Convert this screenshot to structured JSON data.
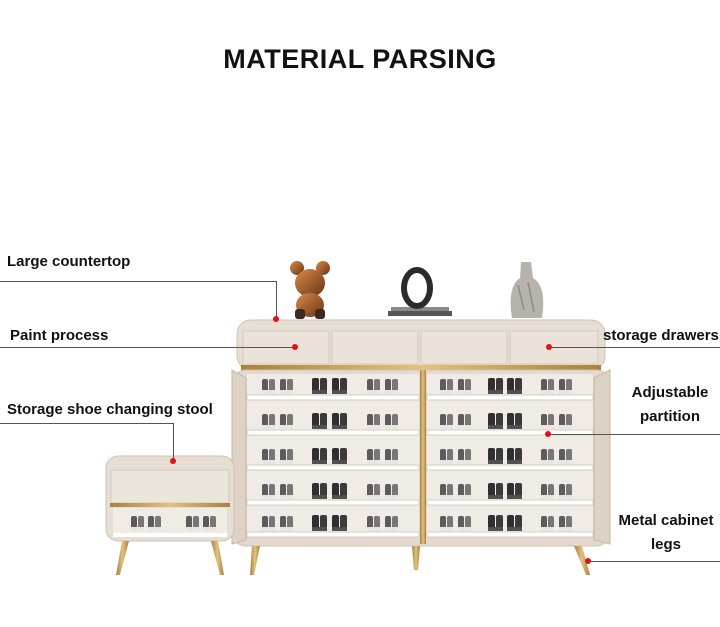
{
  "title": "MATERIAL PARSING",
  "callouts": {
    "large_countertop": "Large countertop",
    "paint_process": "Paint process",
    "storage_stool": "Storage shoe changing stool",
    "storage_drawers": "storage drawers",
    "adjustable_partition": "Adjustable partition",
    "metal_legs": "Metal cabinet legs"
  },
  "colors": {
    "cabinet_body": "#e6ddd3",
    "cabinet_edge": "#d3c7b9",
    "gold_trim": "#c9a45c",
    "marker": "#e01212",
    "label_text": "#111111"
  },
  "decor": [
    "bear-figurine-icon",
    "ring-sculpture-icon",
    "vase-icon"
  ]
}
